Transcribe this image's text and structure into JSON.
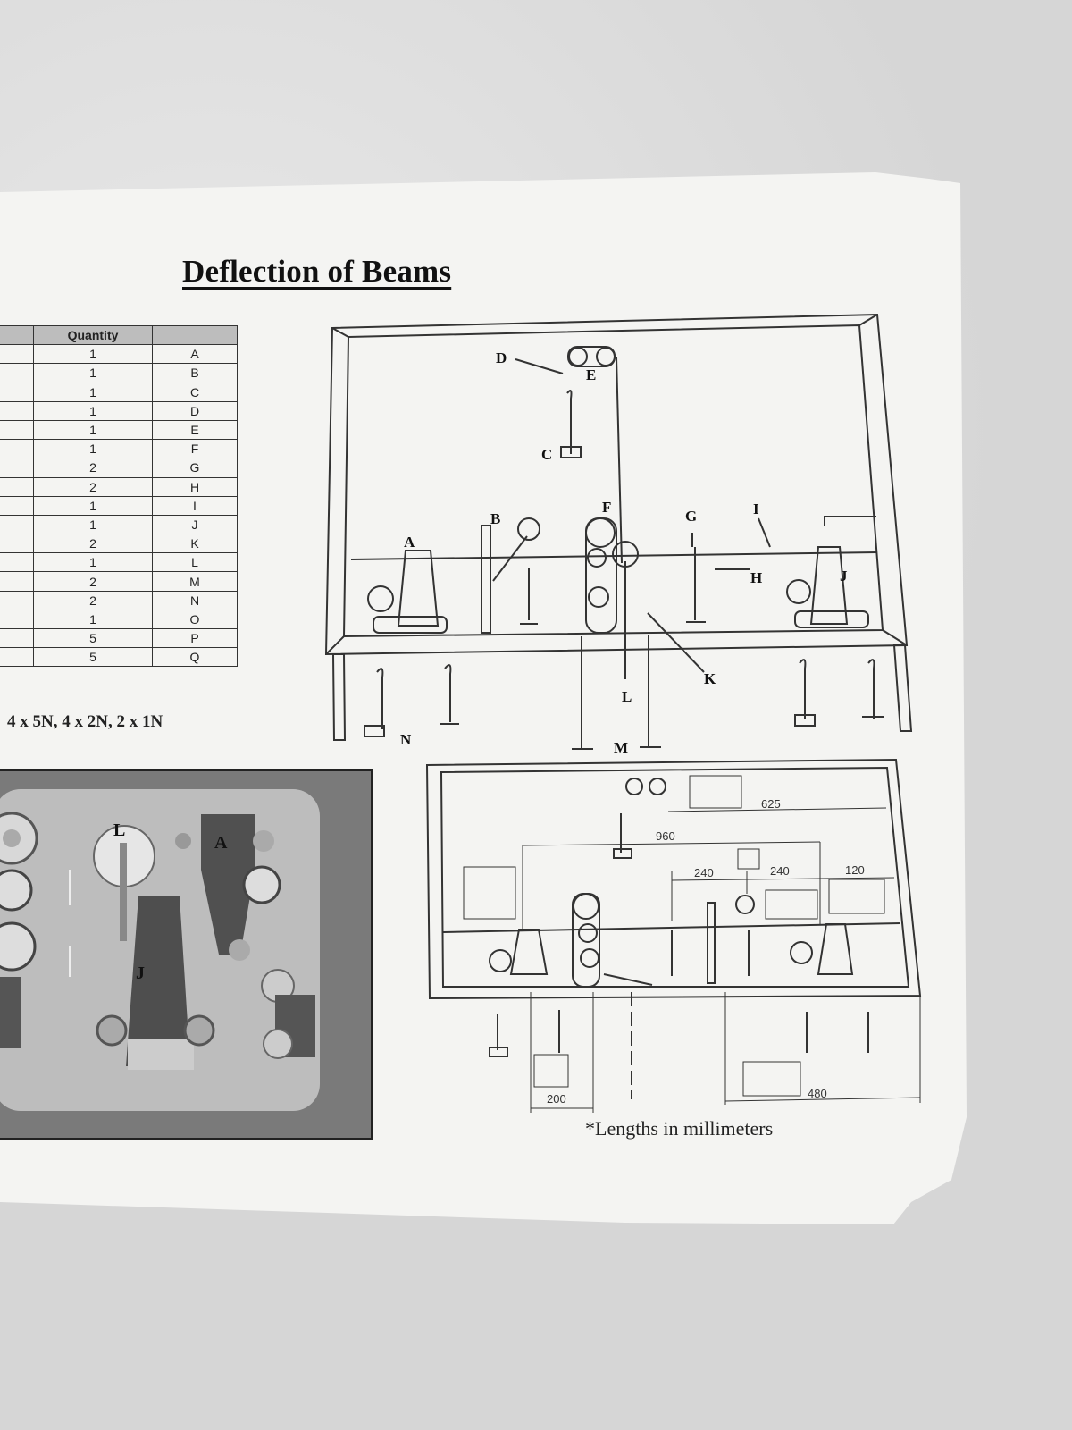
{
  "title": "Deflection of Beams",
  "table": {
    "headers": [
      "",
      "Quantity",
      ""
    ],
    "rows": [
      {
        "qty": "1",
        "code": "A"
      },
      {
        "qty": "1",
        "code": "B"
      },
      {
        "qty": "1",
        "code": "C"
      },
      {
        "qty": "1",
        "code": "D"
      },
      {
        "qty": "1",
        "code": "E"
      },
      {
        "qty": "1",
        "code": "F"
      },
      {
        "qty": "2",
        "code": "G"
      },
      {
        "qty": "2",
        "code": "H"
      },
      {
        "qty": "1",
        "code": "I"
      },
      {
        "qty": "1",
        "code": "J"
      },
      {
        "qty": "2",
        "code": "K"
      },
      {
        "qty": "1",
        "code": "L"
      },
      {
        "qty": "2",
        "code": "M"
      },
      {
        "qty": "2",
        "code": "N"
      },
      {
        "qty": "1",
        "code": "O"
      },
      {
        "qty": "5",
        "code": "P"
      },
      {
        "qty": "5",
        "code": "Q"
      }
    ]
  },
  "weights_text": "4 x 5N, 4 x 2N, 2 x 1N",
  "photo_labels": {
    "l": "L",
    "a": "A",
    "j": "J"
  },
  "diagram_labels": {
    "a": "A",
    "b": "B",
    "c": "C",
    "d": "D",
    "e": "E",
    "f": "F",
    "g": "G",
    "h": "H",
    "i": "I",
    "j": "J",
    "k": "K",
    "l": "L",
    "m": "M",
    "n": "N"
  },
  "dimensions": {
    "d625": "625",
    "d960": "960",
    "d240a": "240",
    "d240b": "240",
    "d120": "120",
    "d200": "200",
    "d480": "480"
  },
  "note": "*Lengths in millimeters"
}
